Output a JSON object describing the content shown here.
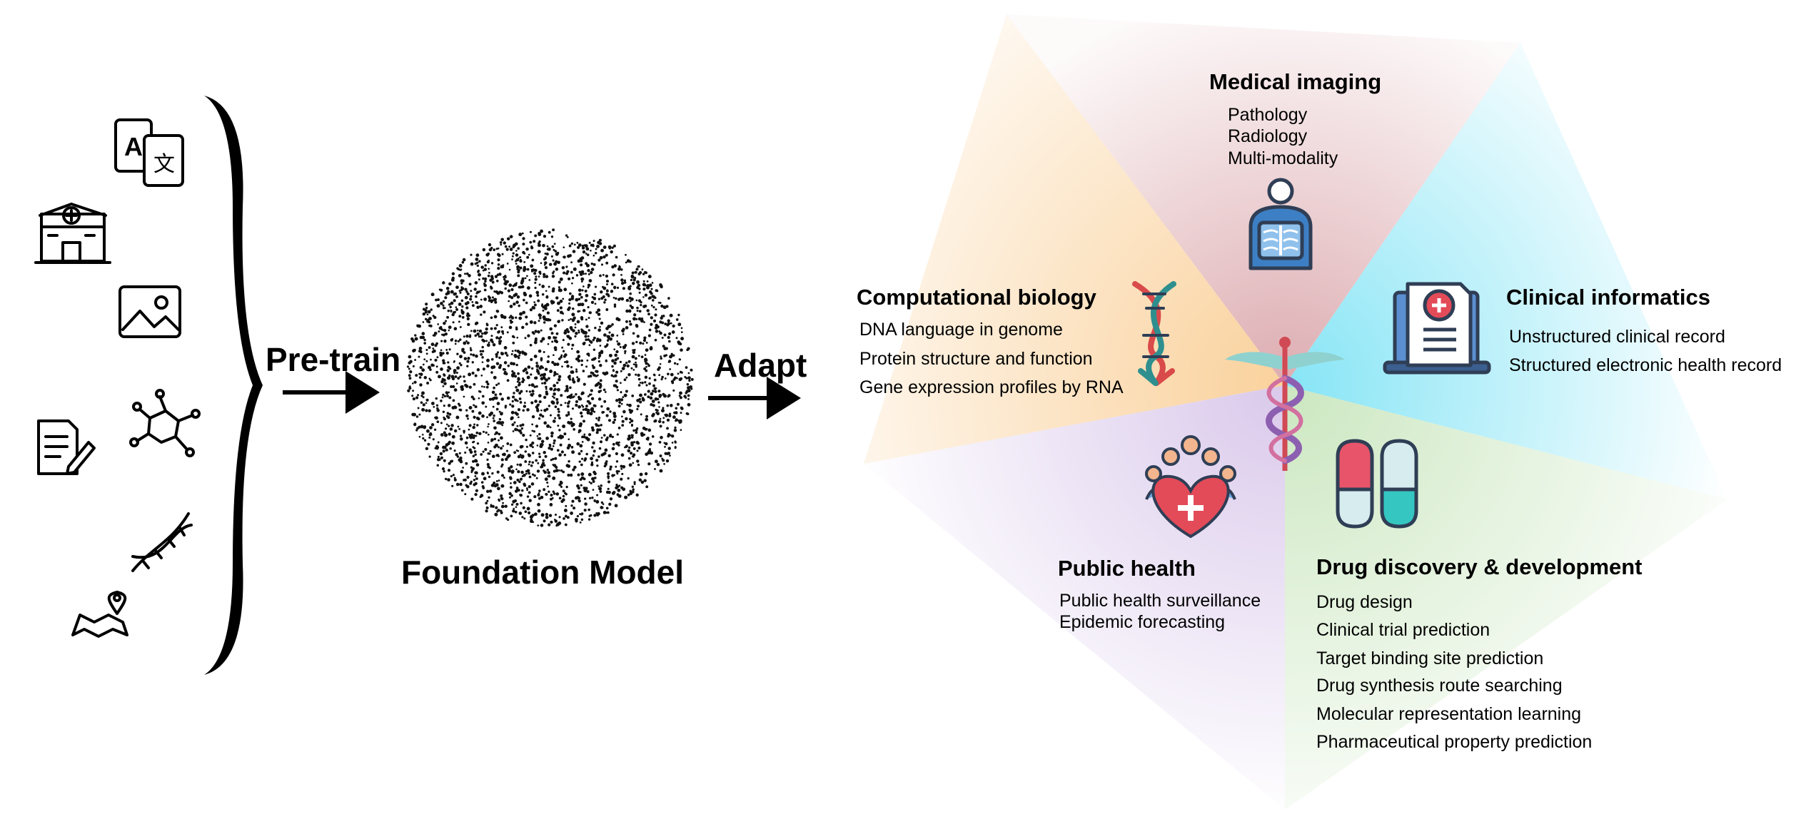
{
  "pipeline": {
    "pretrain_label": "Pre-train",
    "adapt_label": "Adapt",
    "model_label": "Foundation Model"
  },
  "inputs": {
    "icons": [
      "translate-icon",
      "hospital-icon",
      "image-icon",
      "document-edit-icon",
      "molecule-icon",
      "dna-icon",
      "map-pin-icon"
    ]
  },
  "center": {
    "icon": "caduceus-icon"
  },
  "areas": {
    "medical_imaging": {
      "title": "Medical imaging",
      "items": [
        "Pathology",
        "Radiology",
        "Multi-modality"
      ],
      "icon": "chest-xray-icon",
      "color": "#d9a3a8"
    },
    "computational_biology": {
      "title": "Computational biology",
      "items": [
        "DNA language in genome",
        "Protein structure and function",
        "Gene expression profiles by RNA"
      ],
      "icon": "dna-helix-icon",
      "color": "#f9c98a"
    },
    "clinical_informatics": {
      "title": "Clinical informatics",
      "items": [
        "Unstructured clinical record",
        "Structured electronic health record"
      ],
      "icon": "laptop-record-icon",
      "color": "#7fe3f5"
    },
    "public_health": {
      "title": "Public health",
      "items": [
        "Public health surveillance",
        "Epidemic forecasting"
      ],
      "icon": "community-heart-icon",
      "color": "#d8c6ea"
    },
    "drug_discovery": {
      "title": "Drug discovery & development",
      "items": [
        "Drug design",
        "Clinical trial prediction",
        "Target binding site prediction",
        "Drug synthesis route searching",
        "Molecular representation learning",
        "Pharmaceutical property prediction"
      ],
      "icon": "capsules-icon",
      "color": "#c9e6bd"
    }
  }
}
